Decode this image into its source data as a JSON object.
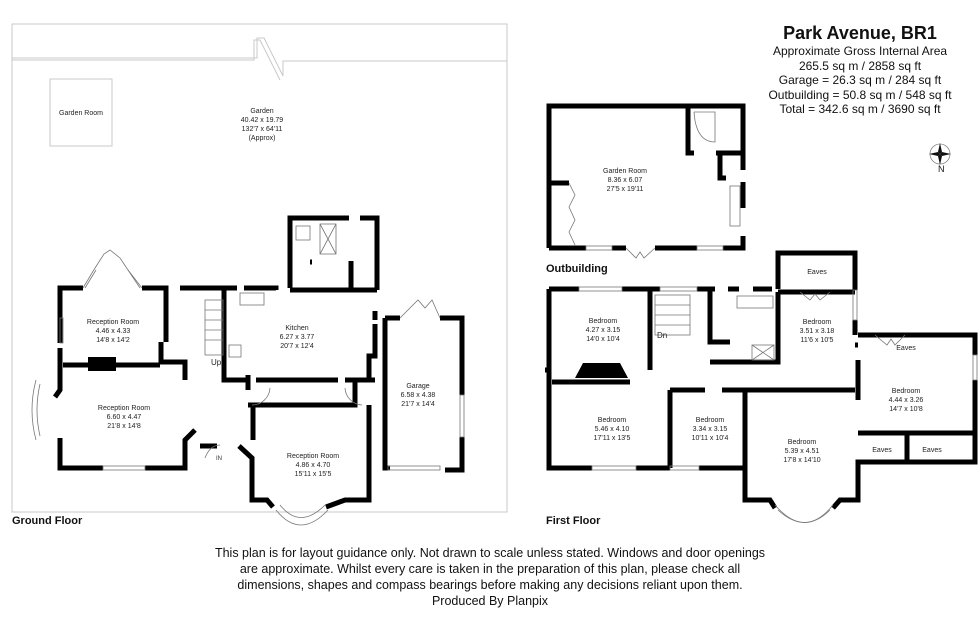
{
  "header": {
    "title": "Park Avenue, BR1",
    "area_heading": "Approximate Gross Internal Area",
    "main_area": "265.5 sq m / 2858 sq ft",
    "garage_area": "Garage = 26.3 sq m / 284 sq ft",
    "outbuilding_area": "Outbuilding = 50.8 sq m / 548 sq ft",
    "total_area": "Total = 342.6 sq m / 3690 sq ft"
  },
  "compass": {
    "icon": "compass-rose-icon",
    "label": "N"
  },
  "floors": {
    "ground": {
      "title": "Ground Floor",
      "rooms": [
        {
          "name": "Garden",
          "metric": "40.42 x 19.79",
          "imperial": "132'7 x 64'11",
          "note": "(Approx)"
        },
        {
          "name": "Garden Room",
          "metric": "",
          "imperial": ""
        },
        {
          "name": "Reception Room",
          "metric": "4.46 x 4.33",
          "imperial": "14'8 x 14'2"
        },
        {
          "name": "Kitchen",
          "metric": "6.27 x 3.77",
          "imperial": "20'7 x 12'4"
        },
        {
          "name": "Reception Room",
          "metric": "6.60 x 4.47",
          "imperial": "21'8 x 14'8"
        },
        {
          "name": "Garage",
          "metric": "6.58 x 4.38",
          "imperial": "21'7 x 14'4"
        },
        {
          "name": "Reception Room",
          "metric": "4.86 x 4.70",
          "imperial": "15'11 x 15'5"
        }
      ],
      "stairs_label": "Up",
      "entrance_label": "IN"
    },
    "outbuilding": {
      "title": "Outbuilding",
      "rooms": [
        {
          "name": "Garden Room",
          "metric": "8.36 x 6.07",
          "imperial": "27'5 x 19'11"
        }
      ]
    },
    "first": {
      "title": "First Floor",
      "rooms": [
        {
          "name": "Bedroom",
          "metric": "4.27 x 3.15",
          "imperial": "14'0 x 10'4"
        },
        {
          "name": "Bedroom",
          "metric": "3.51 x 3.18",
          "imperial": "11'6 x 10'5"
        },
        {
          "name": "Eaves",
          "metric": "",
          "imperial": ""
        },
        {
          "name": "Eaves",
          "metric": "",
          "imperial": ""
        },
        {
          "name": "Bedroom",
          "metric": "4.44 x 3.26",
          "imperial": "14'7 x 10'8"
        },
        {
          "name": "Bedroom",
          "metric": "5.46 x 4.10",
          "imperial": "17'11 x 13'5"
        },
        {
          "name": "Bedroom",
          "metric": "3.34 x 3.15",
          "imperial": "10'11 x 10'4"
        },
        {
          "name": "Bedroom",
          "metric": "5.39 x 4.51",
          "imperial": "17'8 x 14'10"
        },
        {
          "name": "Eaves",
          "metric": "",
          "imperial": ""
        },
        {
          "name": "Eaves",
          "metric": "",
          "imperial": ""
        }
      ],
      "stairs_label": "Dn"
    }
  },
  "disclaimer": {
    "line1": "This plan is for layout guidance only. Not drawn to scale unless stated. Windows and door openings",
    "line2": "are approximate. Whilst every care is taken in the preparation of this plan, please check all",
    "line3": "dimensions, shapes and compass bearings before making any decisions reliant upon them.",
    "line4": "Produced By Planpix"
  }
}
